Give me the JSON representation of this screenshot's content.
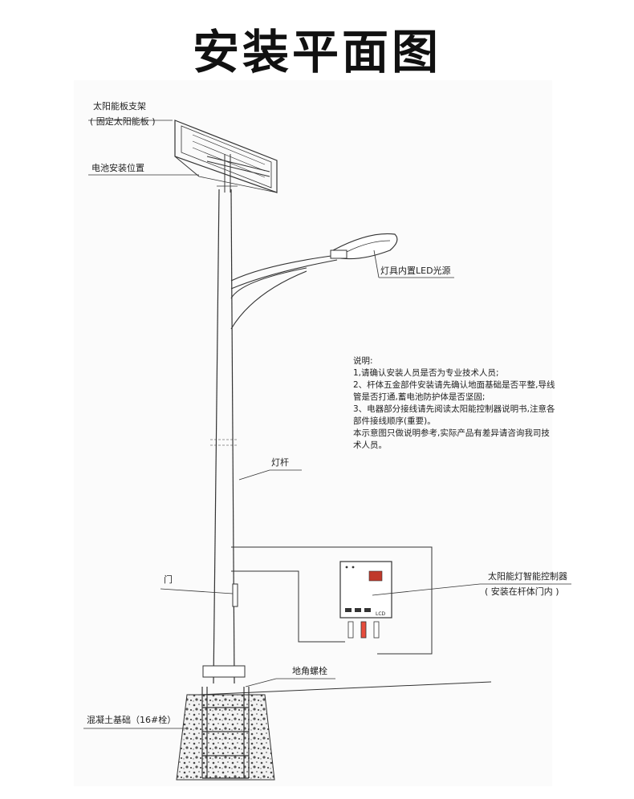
{
  "title": "安装平面图",
  "labels": {
    "panel_bracket": "太阳能板支架",
    "panel_bracket_note": "( 固定太阳能板 )",
    "battery": "电池安装位置",
    "lamp": "灯具内置LED光源",
    "pole": "灯杆",
    "door": "门",
    "controller": "太阳能灯智能控制器",
    "controller_note": "( 安装在杆体门内 )",
    "anchor": "地角螺栓",
    "foundation": "混凝土基础（16#栓）"
  },
  "notes": {
    "heading": "说明:",
    "lines": [
      "1,请确认安装人员是否为专业技术人员;",
      "2、杆体五金部件安装请先确认地面基础是否平整,导线",
      "管是否打通,蓄电池防护体是否坚固;",
      "3、电器部分接线请先阅读太阳能控制器说明书,注意各",
      "部件接线顺序(重要)。",
      "本示意图只做说明参考,实际产品有差异请咨询我司技",
      "术人员。"
    ]
  },
  "controller_marking": "LCD"
}
